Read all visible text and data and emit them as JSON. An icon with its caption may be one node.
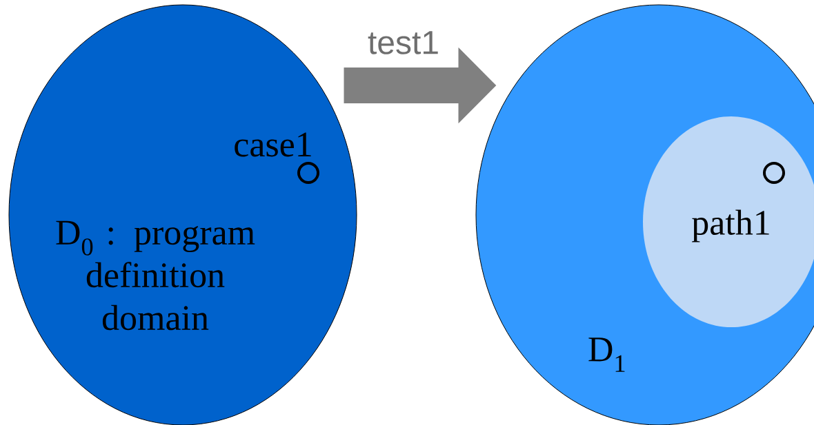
{
  "diagram": {
    "nodes": [
      {
        "text": [
          "D$_{0}$ : program definition domain"
        ]
      },
      {
        "text": [
          "case1"
        ],
        "in": 0
      },
      {
        "text": [
          "D$_{1}$"
        ]
      },
      {
        "text": [
          "path1"
        ],
        "in": 2
      },
      {
        "text": [],
        "shape": "circle",
        "in": 3
      }
    ],
    "edges": [
      {
        "from": 0,
        "to": 2,
        "arrow": "to",
        "label": "test1",
        "color": "#808080"
      }
    ]
  }
}
